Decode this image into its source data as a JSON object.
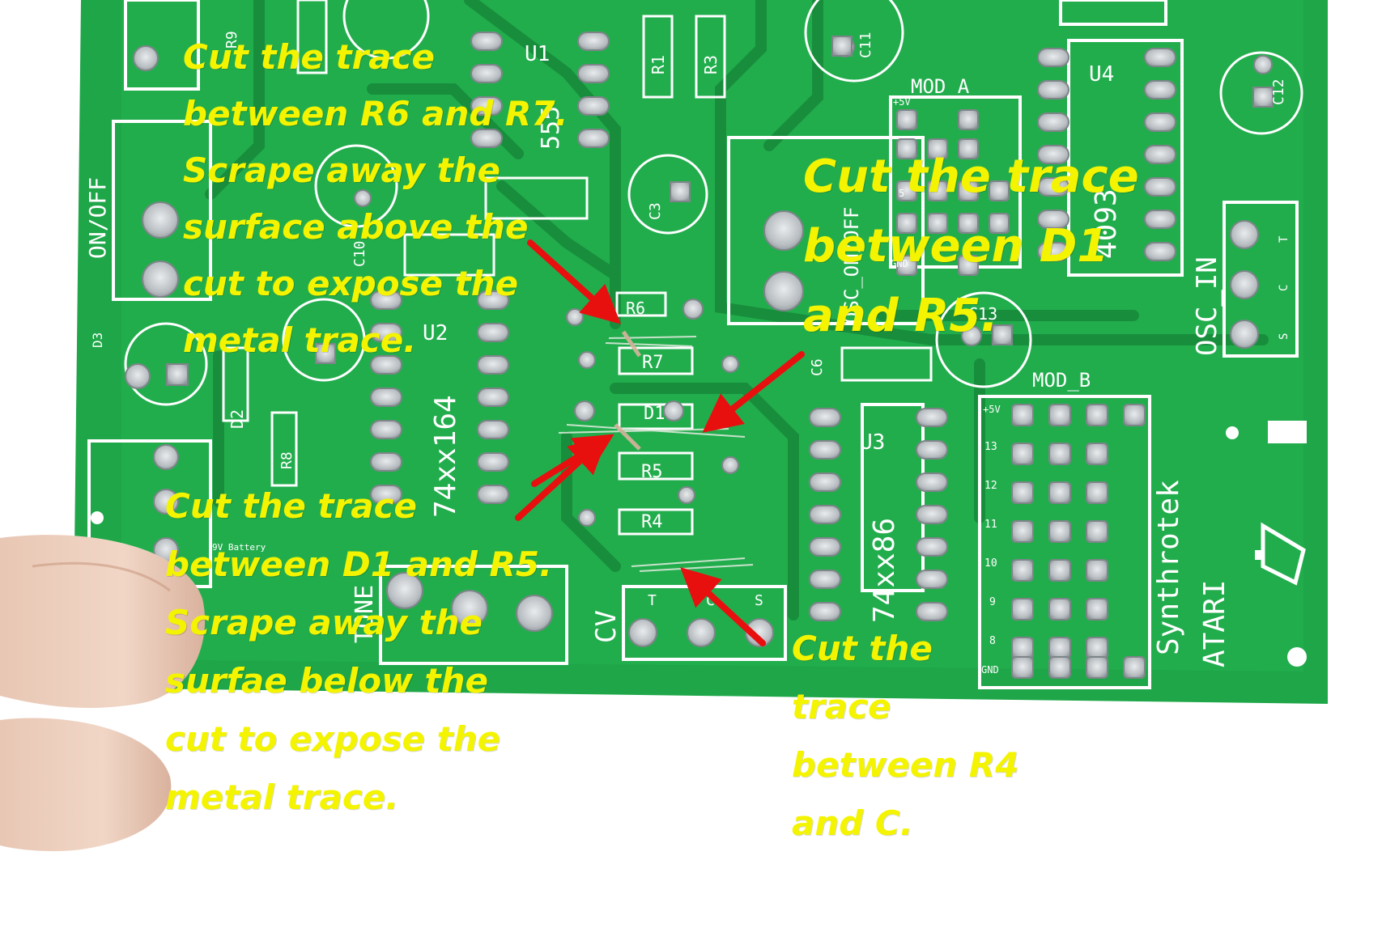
{
  "colors": {
    "pcb_green": "#1ea648",
    "silkscreen": "#ffffff",
    "annotation_text": "#f4f400",
    "arrow": "#e80f0f",
    "pad_silver": "#c9cdd0"
  },
  "annotations": {
    "r6_r7": "Cut the trace\nbetween R6 and R7.\nScrape away the\nsurface above the\ncut to expose the\nmetal trace.",
    "d1_r5_top": "Cut the trace\nbetween D1\nand R5.",
    "d1_r5_bottom": "Cut the trace\nbetween D1 and R5.\nScrape away the\nsurfae below the\ncut to expose the\nmetal trace.",
    "r4_c": "Cut the\ntrace\nbetween R4\nand C."
  },
  "board": {
    "labels": {
      "u1": "U1",
      "u2": "U2",
      "u3": "U3",
      "u4": "U4",
      "r1": "R1",
      "r3": "R3",
      "r4": "R4",
      "r5": "R5",
      "r6": "R6",
      "r7": "R7",
      "r8": "R8",
      "r9": "R9",
      "d1": "D1",
      "d2": "D2",
      "d3": "D3",
      "c3": "C3",
      "c6": "C6",
      "c11": "C11",
      "c12": "C12",
      "c13": "C13",
      "c10": "C10",
      "ic_555": "555",
      "ic_164": "74xx164",
      "ic_86": "74xx86",
      "ic_4093": "4093",
      "on_off": "ON/OFF",
      "osc_on_off": "OSC_ON/OFF",
      "osc_in": "OSC_IN",
      "mod_a": "MOD_A",
      "mod_b": "MOD_B",
      "tone": "TONE",
      "cv": "CV",
      "cv_t": "T",
      "cv_c": "C",
      "cv_s": "S",
      "osc_t": "T",
      "osc_c": "C",
      "osc_s": "S",
      "brand": "Synthrotek",
      "product": "ATARI",
      "plus5v_a": "+5V",
      "gnd_a": "GND",
      "five_a": "5",
      "plus5v_b": "+5V",
      "gnd_b": "GND",
      "row13": "13",
      "row12": "12",
      "row11": "11",
      "row10": "10",
      "row9": "9",
      "row8": "8",
      "battery": "9V Battery"
    }
  }
}
